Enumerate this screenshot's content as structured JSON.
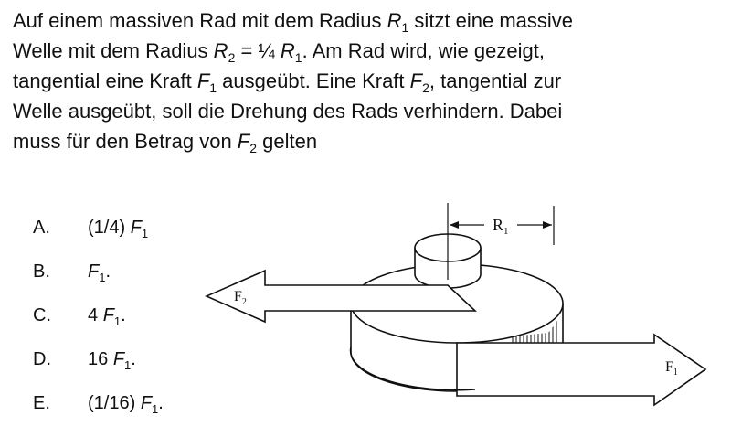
{
  "question": {
    "l1_a": "Auf einem massiven Rad mit dem Radius ",
    "l1_var": "R",
    "l1_sub": "1",
    "l1_b": " sitzt eine massive",
    "l2_a": "Welle mit dem Radius ",
    "l2_var1": "R",
    "l2_sub1": "2",
    "l2_b": " = ¼ ",
    "l2_var2": "R",
    "l2_sub2": "1",
    "l2_c": ". Am Rad wird, wie gezeigt,",
    "l3_a": "tangential eine Kraft ",
    "l3_var": "F",
    "l3_sub": "1",
    "l3_b": " ausgeübt. Eine Kraft ",
    "l3_var2": "F",
    "l3_sub2": "2",
    "l3_c": ", tangential zur",
    "l4": "Welle ausgeübt, soll die Drehung des Rads verhindern. Dabei",
    "l5_a": "muss für den Betrag von ",
    "l5_var": "F",
    "l5_sub": "2",
    "l5_b": " gelten"
  },
  "choices": [
    {
      "letter": "A.",
      "pre": "(1/4) ",
      "var": "F",
      "sub": "1",
      "post": ""
    },
    {
      "letter": "B.",
      "pre": "",
      "var": "F",
      "sub": "1",
      "post": "."
    },
    {
      "letter": "C.",
      "pre": "4 ",
      "var": "F",
      "sub": "1",
      "post": "."
    },
    {
      "letter": "D.",
      "pre": "16 ",
      "var": "F",
      "sub": "1",
      "post": "."
    },
    {
      "letter": "E.",
      "pre": "(1/16) ",
      "var": "F",
      "sub": "1",
      "post": "."
    }
  ],
  "figure": {
    "r1_label": "R",
    "r1_sub": "1",
    "f2_label": "F",
    "f2_sub": "2",
    "f1_label": "F",
    "f1_sub": "1"
  }
}
